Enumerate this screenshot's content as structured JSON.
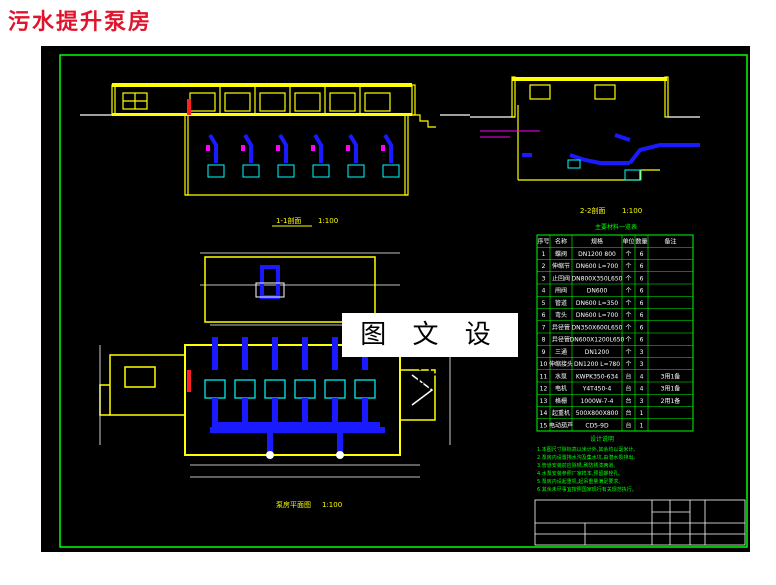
{
  "page": {
    "title": "污水提升泵房"
  },
  "drawing": {
    "views": [
      {
        "id": "section-1",
        "label": "1-1剖面",
        "scale": "1:100"
      },
      {
        "id": "section-2",
        "label": "2-2剖面",
        "scale": "1:100"
      },
      {
        "id": "plan",
        "label": "泵房平面图",
        "scale": "1:100"
      }
    ],
    "watermark": "图 文 设 计",
    "table_title": "主要材料一览表",
    "table_headers": [
      "序号",
      "名称",
      "规格",
      "单位",
      "数量",
      "备注"
    ],
    "table_rows": [
      [
        "1",
        "蝶阀",
        "DN1200 800",
        "个",
        "6",
        ""
      ],
      [
        "2",
        "伸缩节",
        "DN600 L=700",
        "个",
        "6",
        ""
      ],
      [
        "3",
        "止回阀",
        "DN800X350L650",
        "个",
        "6",
        ""
      ],
      [
        "4",
        "闸阀",
        "DN600",
        "个",
        "6",
        ""
      ],
      [
        "5",
        "管道",
        "DN600 L=350",
        "个",
        "6",
        ""
      ],
      [
        "6",
        "弯头",
        "DN600 L=700",
        "个",
        "6",
        ""
      ],
      [
        "7",
        "异径管",
        "DN350X600L650",
        "个",
        "6",
        ""
      ],
      [
        "8",
        "异径管",
        "DN600X1200L650",
        "个",
        "6",
        ""
      ],
      [
        "9",
        "三通",
        "DN1200",
        "个",
        "3",
        ""
      ],
      [
        "10",
        "伸缩接头",
        "DN1200 L=780",
        "个",
        "3",
        ""
      ],
      [
        "11",
        "水泵",
        "KWPK350-634",
        "台",
        "4",
        "3用1备"
      ],
      [
        "12",
        "电机",
        "Y4T450-4",
        "台",
        "4",
        "3用1备"
      ],
      [
        "13",
        "格栅",
        "1000W-7-4",
        "台",
        "3",
        "2用1备"
      ],
      [
        "14",
        "起重机",
        "500X800X800",
        "台",
        "1",
        ""
      ],
      [
        "15",
        "电动葫芦",
        "CD5-9D",
        "台",
        "1",
        ""
      ]
    ],
    "notes_title": "设计说明",
    "notes": [
      "1.本图尺寸除标高以米计外,其余均以毫米计。",
      "2.泵房内设置排水沟及集水坑,由潜水泵排出。",
      "3.管道安装前应除锈,刷防锈漆两道。",
      "4.水泵安装参照厂家样本,预留螺栓孔。",
      "5.泵房内设起重机,起吊重量满足要求。",
      "6.其余未尽事宜按照国家现行有关规范执行。"
    ]
  },
  "colors": {
    "title_red": "#e0142c",
    "canvas": "#000000",
    "wall": "#ffff00",
    "pipe": "#1a1aff",
    "frame": "#00ff00",
    "dim": "#ffffff",
    "equipment": "#00ffff",
    "accent": "#ff00ff",
    "valve": "#ff2020"
  }
}
